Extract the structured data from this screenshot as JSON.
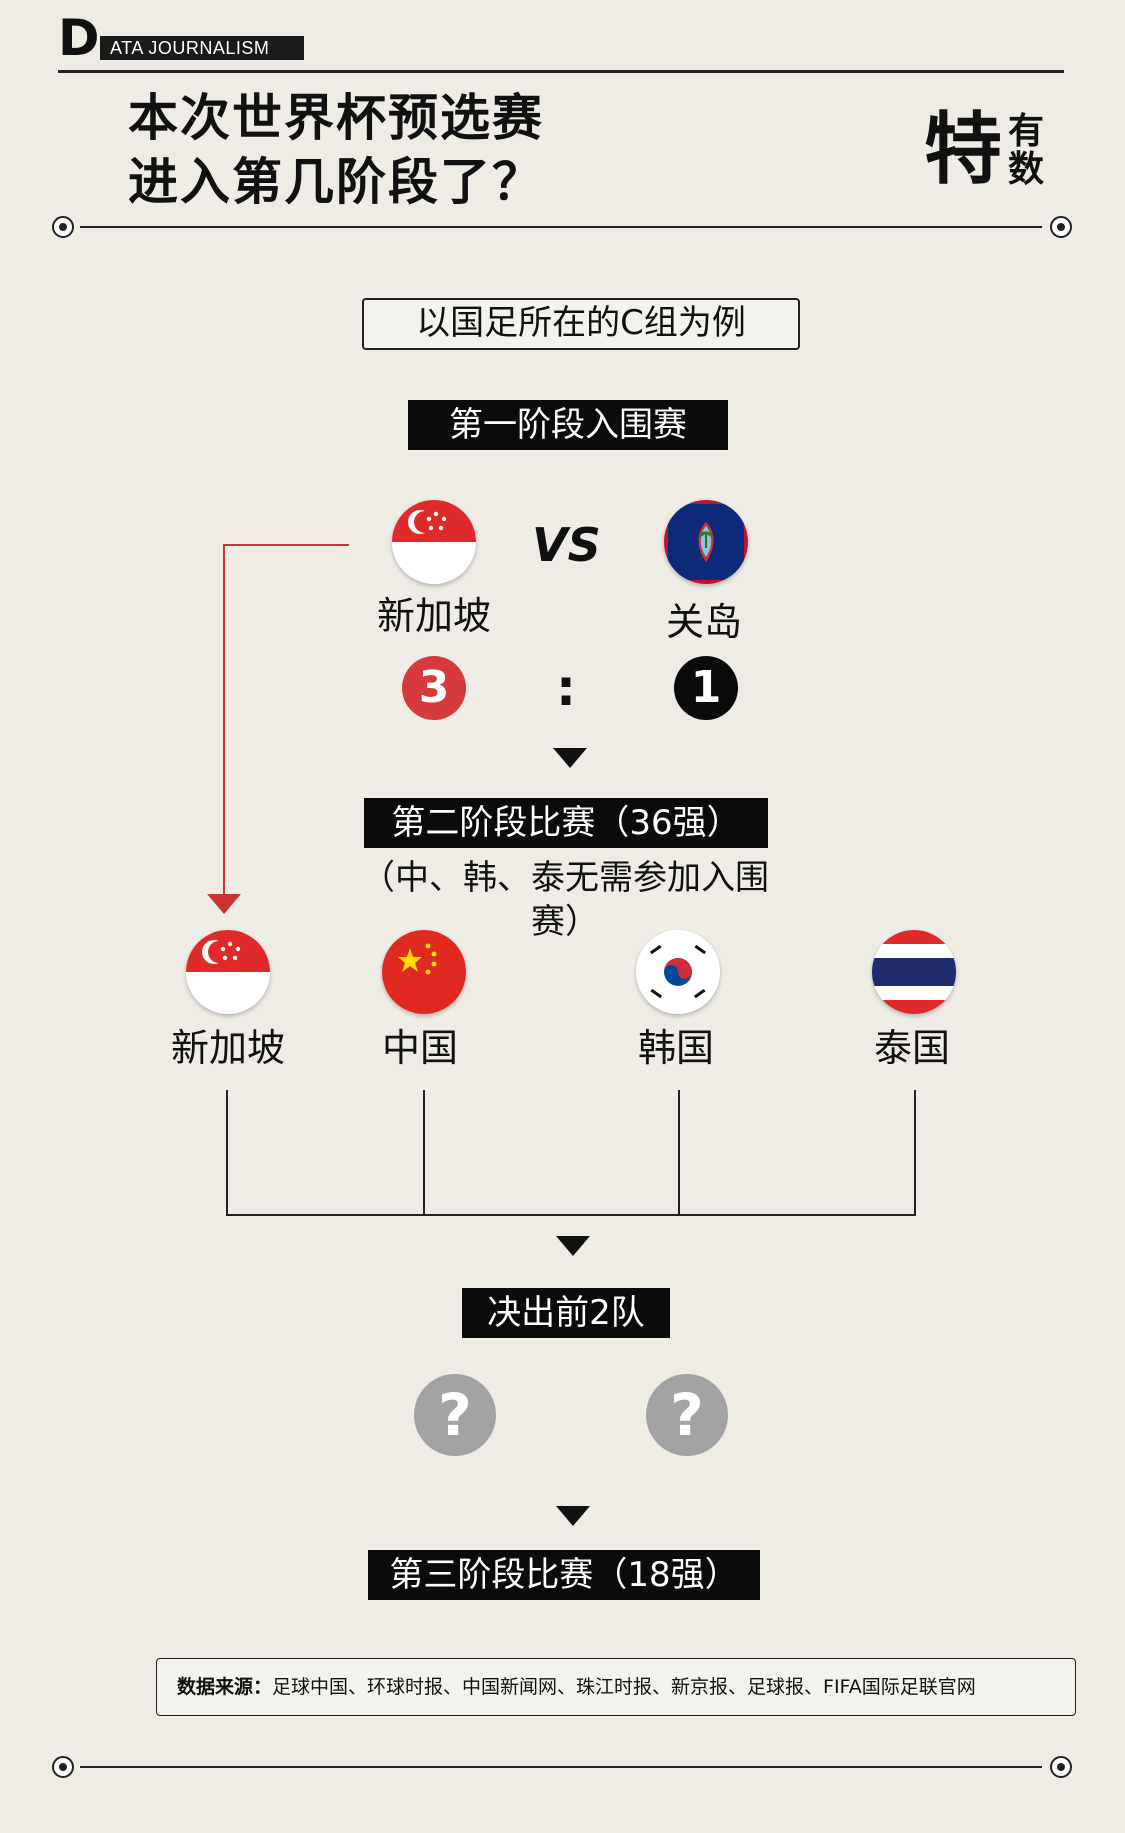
{
  "header": {
    "logo_letter": "D",
    "logo_text": "ATA JOURNALISM",
    "title_line1": "本次世界杯预选赛",
    "title_line2": "进入第几阶段了？",
    "brand_big": "特",
    "brand_small_top": "有",
    "brand_small_bottom": "数"
  },
  "intro_label": "以国足所在的C组为例",
  "stage1": {
    "label": "第一阶段入围赛",
    "vs_text": "VS",
    "colon": ":",
    "team_left": {
      "name": "新加坡",
      "score": "3",
      "flag": "singapore-flag"
    },
    "team_right": {
      "name": "关岛",
      "score": "1",
      "flag": "guam-flag"
    }
  },
  "stage2": {
    "label": "第二阶段比赛（36强）",
    "note": "（中、韩、泰无需参加入围赛）",
    "teams": [
      {
        "name": "新加坡",
        "flag": "singapore-flag"
      },
      {
        "name": "中国",
        "flag": "china-flag"
      },
      {
        "name": "韩国",
        "flag": "korea-flag"
      },
      {
        "name": "泰国",
        "flag": "thailand-flag"
      }
    ]
  },
  "top2": {
    "label": "决出前2队",
    "unknown_marks": [
      "?",
      "?"
    ]
  },
  "stage3": {
    "label": "第三阶段比赛（18强）"
  },
  "source": {
    "label": "数据来源：",
    "text": "足球中国、环球时报、中国新闻网、珠江时报、新京报、足球报、FIFA国际足联官网"
  },
  "colors": {
    "accent_red": "#d63a3a",
    "black": "#0b0b0b",
    "grey": "#a3a3a3",
    "background": "#efece6"
  }
}
